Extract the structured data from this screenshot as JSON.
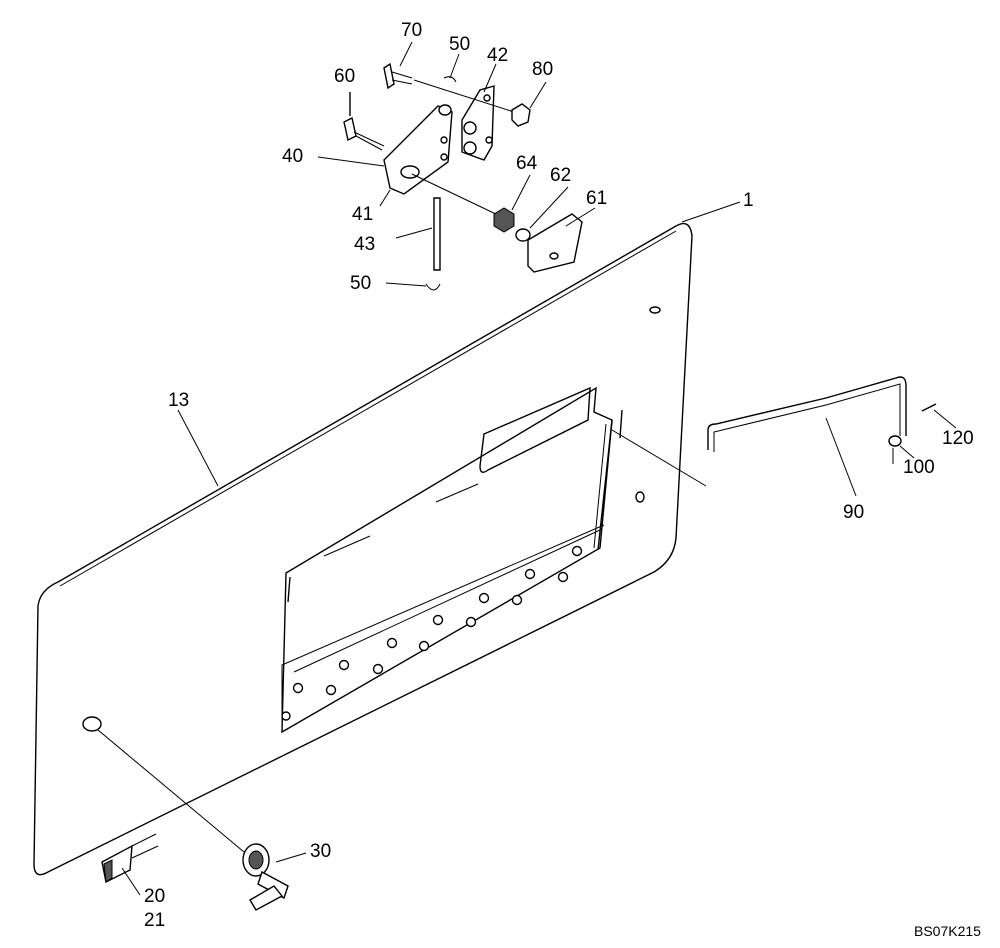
{
  "callouts": {
    "c1": "1",
    "c13": "13",
    "c20": "20",
    "c21": "21",
    "c30": "30",
    "c40": "40",
    "c41": "41",
    "c42": "42",
    "c43": "43",
    "c50a": "50",
    "c50b": "50",
    "c60": "60",
    "c61": "61",
    "c62": "62",
    "c64": "64",
    "c70": "70",
    "c80": "80",
    "c90": "90",
    "c100": "100",
    "c120": "120"
  },
  "drawing_code": "BS07K215"
}
